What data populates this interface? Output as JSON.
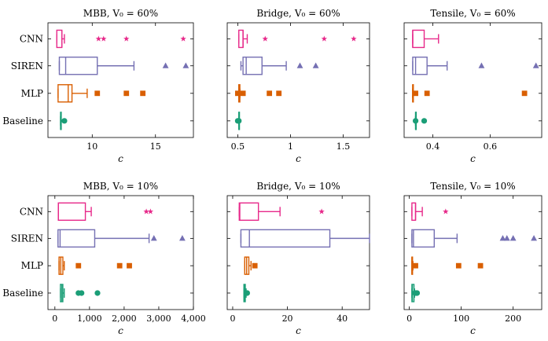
{
  "category_labels": [
    "CNN",
    "SIREN",
    "MLP",
    "Baseline"
  ],
  "series_colors": {
    "CNN": "#e7298a",
    "SIREN": "#7570b3",
    "MLP": "#d95f02",
    "Baseline": "#1b9e77"
  },
  "outlier_markers": {
    "CNN": "star",
    "SIREN": "triangle",
    "MLP": "square",
    "Baseline": "circle"
  },
  "chart_data": [
    {
      "type": "boxplot",
      "title": "MBB, V₀ = 60%",
      "xlabel": "c",
      "xlim": [
        6.5,
        18.0
      ],
      "xticks": [
        10,
        15
      ],
      "xtick_labels": [
        "10",
        "15"
      ],
      "series": [
        {
          "name": "CNN",
          "min": 7.2,
          "q1": 7.2,
          "median": 7.6,
          "q3": 7.6,
          "max": 7.8,
          "outliers": [
            10.5,
            10.9,
            12.7,
            17.2
          ]
        },
        {
          "name": "SIREN",
          "min": 7.4,
          "q1": 7.4,
          "median": 7.9,
          "q3": 10.4,
          "max": 13.3,
          "outliers": [
            15.8,
            17.4
          ]
        },
        {
          "name": "MLP",
          "min": 7.3,
          "q1": 7.3,
          "median": 8.1,
          "q3": 8.4,
          "max": 9.6,
          "outliers": [
            10.4,
            12.7,
            14.0
          ]
        },
        {
          "name": "Baseline",
          "min": 7.5,
          "q1": 7.5,
          "median": 7.5,
          "q3": 7.5,
          "max": 7.5,
          "outliers": [
            7.8
          ]
        }
      ]
    },
    {
      "type": "boxplot",
      "title": "Bridge, V₀ = 60%",
      "xlabel": "c",
      "xlim": [
        0.4,
        1.75
      ],
      "xticks": [
        0.5,
        1,
        1.5
      ],
      "xtick_labels": [
        "0.5",
        "1",
        "1.5"
      ],
      "series": [
        {
          "name": "CNN",
          "min": 0.51,
          "q1": 0.51,
          "median": 0.55,
          "q3": 0.55,
          "max": 0.59,
          "outliers": [
            0.76,
            1.32,
            1.6
          ]
        },
        {
          "name": "SIREN",
          "min": 0.53,
          "q1": 0.55,
          "median": 0.58,
          "q3": 0.73,
          "max": 0.96,
          "outliers": [
            1.09,
            1.24
          ]
        },
        {
          "name": "MLP",
          "min": 0.51,
          "q1": 0.51,
          "median": 0.51,
          "q3": 0.52,
          "max": 0.52,
          "outliers": [
            0.5,
            0.55,
            0.8,
            0.89
          ]
        },
        {
          "name": "Baseline",
          "min": 0.51,
          "q1": 0.51,
          "median": 0.51,
          "q3": 0.51,
          "max": 0.51,
          "outliers": [
            0.5,
            0.51
          ]
        }
      ]
    },
    {
      "type": "boxplot",
      "title": "Tensile, V₀ = 60%",
      "xlabel": "c",
      "xlim": [
        0.3,
        0.78
      ],
      "xticks": [
        0.4,
        0.6
      ],
      "xtick_labels": [
        "0.4",
        "0.6"
      ],
      "series": [
        {
          "name": "CNN",
          "min": 0.33,
          "q1": 0.33,
          "median": 0.33,
          "q3": 0.37,
          "max": 0.42,
          "outliers": []
        },
        {
          "name": "SIREN",
          "min": 0.33,
          "q1": 0.33,
          "median": 0.34,
          "q3": 0.38,
          "max": 0.45,
          "outliers": [
            0.57,
            0.76
          ]
        },
        {
          "name": "MLP",
          "min": 0.33,
          "q1": 0.33,
          "median": 0.33,
          "q3": 0.33,
          "max": 0.33,
          "outliers": [
            0.34,
            0.38,
            0.72
          ]
        },
        {
          "name": "Baseline",
          "min": 0.34,
          "q1": 0.34,
          "median": 0.34,
          "q3": 0.34,
          "max": 0.34,
          "outliers": [
            0.34,
            0.37
          ]
        }
      ]
    },
    {
      "type": "boxplot",
      "title": "MBB, V₀ = 10%",
      "xlabel": "c",
      "xlim": [
        -200,
        4000
      ],
      "xticks": [
        0,
        1000,
        2000,
        3000,
        4000
      ],
      "xtick_labels": [
        "0",
        "1,000",
        "2,000",
        "3,000",
        "4,000"
      ],
      "series": [
        {
          "name": "CNN",
          "min": 100,
          "q1": 100,
          "median": 100,
          "q3": 880,
          "max": 1050,
          "outliers": [
            2640,
            2760
          ]
        },
        {
          "name": "SIREN",
          "min": 90,
          "q1": 90,
          "median": 150,
          "q3": 1150,
          "max": 2720,
          "outliers": [
            2860,
            3680
          ]
        },
        {
          "name": "MLP",
          "min": 120,
          "q1": 120,
          "median": 170,
          "q3": 230,
          "max": 270,
          "outliers": [
            680,
            1870,
            2150
          ]
        },
        {
          "name": "Baseline",
          "min": 160,
          "q1": 160,
          "median": 200,
          "q3": 230,
          "max": 270,
          "outliers": [
            680,
            770,
            1230
          ]
        }
      ]
    },
    {
      "type": "boxplot",
      "title": "Bridge, V₀ = 10%",
      "xlabel": "c",
      "xlim": [
        -2,
        50
      ],
      "xticks": [
        0,
        20,
        40
      ],
      "xtick_labels": [
        "0",
        "20",
        "40"
      ],
      "series": [
        {
          "name": "CNN",
          "min": 2.4,
          "q1": 2.4,
          "median": 2.6,
          "q3": 9.4,
          "max": 17.3,
          "outliers": [
            32.5
          ]
        },
        {
          "name": "SIREN",
          "min": 3.0,
          "q1": 3.0,
          "median": 6.1,
          "q3": 35.5,
          "max": 50,
          "outliers": []
        },
        {
          "name": "MLP",
          "min": 4.4,
          "q1": 4.4,
          "median": 5.1,
          "q3": 5.9,
          "max": 6.7,
          "outliers": [
            8.1
          ]
        },
        {
          "name": "Baseline",
          "min": 4.1,
          "q1": 4.1,
          "median": 4.4,
          "q3": 4.6,
          "max": 4.9,
          "outliers": [
            5.3
          ]
        }
      ]
    },
    {
      "type": "boxplot",
      "title": "Tensile, V₀ = 10%",
      "xlabel": "c",
      "xlim": [
        -10,
        255
      ],
      "xticks": [
        0,
        100,
        200
      ],
      "xtick_labels": [
        "0",
        "100",
        "200"
      ],
      "series": [
        {
          "name": "CNN",
          "min": 5,
          "q1": 5,
          "median": 12,
          "q3": 12,
          "max": 25,
          "outliers": [
            70
          ]
        },
        {
          "name": "SIREN",
          "min": 5,
          "q1": 5,
          "median": 8,
          "q3": 48,
          "max": 92,
          "outliers": [
            180,
            188,
            200,
            240
          ]
        },
        {
          "name": "MLP",
          "min": 5,
          "q1": 5,
          "median": 5,
          "q3": 5,
          "max": 7,
          "outliers": [
            12,
            95,
            137
          ]
        },
        {
          "name": "Baseline",
          "min": 5,
          "q1": 5,
          "median": 6,
          "q3": 9,
          "max": 10,
          "outliers": [
            11,
            13,
            15
          ]
        }
      ]
    }
  ]
}
